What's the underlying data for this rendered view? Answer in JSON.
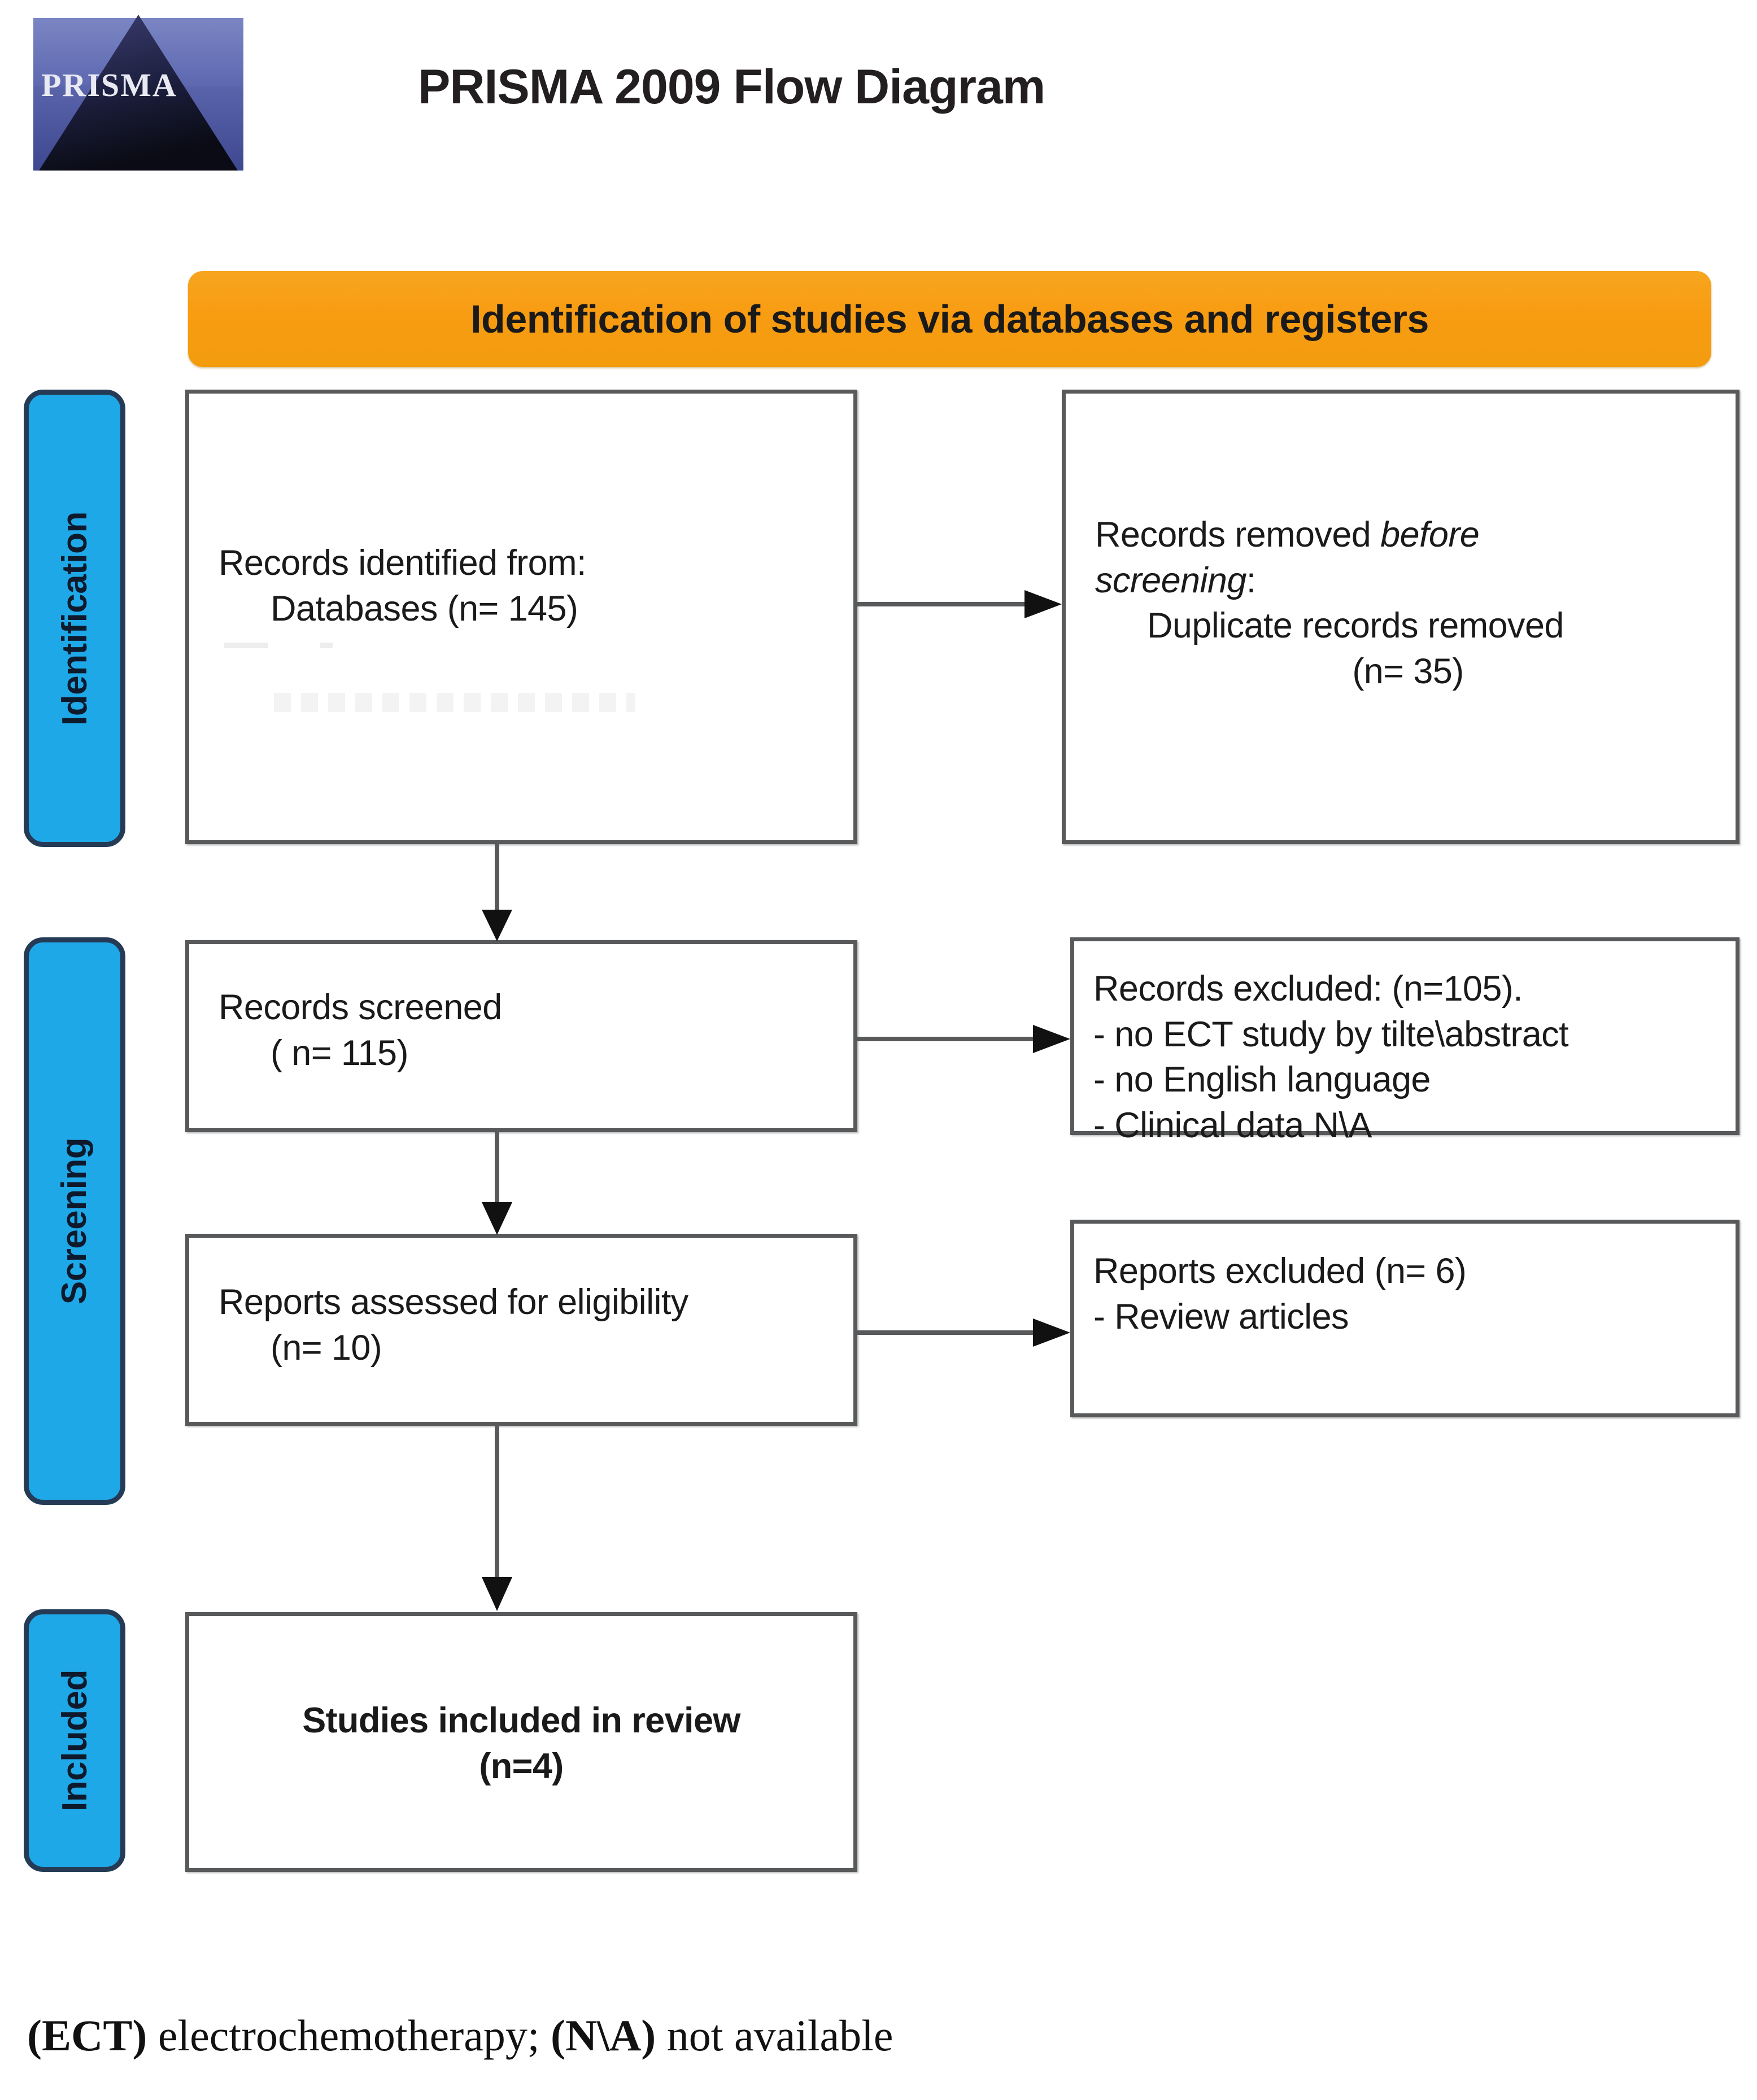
{
  "header": {
    "logo_alt": "PRISMA logo",
    "title": "PRISMA 2009 Flow Diagram"
  },
  "banner": {
    "label": "Identification of studies via databases and registers",
    "color": "#F89C12"
  },
  "stages": [
    {
      "id": "identification",
      "label": "Identification",
      "color": "#1FA8E8",
      "border_color": "#253B55"
    },
    {
      "id": "screening",
      "label": "Screening",
      "color": "#1FA8E8",
      "border_color": "#253B55"
    },
    {
      "id": "included",
      "label": "Included",
      "color": "#1FA8E8",
      "border_color": "#253B55"
    }
  ],
  "boxes": {
    "identified": {
      "line1": "Records identified from:",
      "line2": "Databases (n= 145)"
    },
    "removed": {
      "line1_plain": "Records removed ",
      "line1_italic": "before",
      "line2_italic": "screening",
      "line2_plain": ":",
      "line3": "Duplicate records removed",
      "line4": "(n= 35)"
    },
    "screened": {
      "line1": "Records screened",
      "line2": "( n= 115)"
    },
    "excluded": {
      "line1": "Records excluded: (n=105).",
      "bullets": [
        "- no ECT study by tilte\\abstract",
        "- no English language",
        "- Clinical data N\\A"
      ]
    },
    "eligibility": {
      "line1": "Reports assessed for eligibility",
      "line2": "(n= 10)"
    },
    "reports_excluded": {
      "line1": "Reports excluded  (n= 6)",
      "bullets": [
        "- Review articles"
      ]
    },
    "included": {
      "line1": "Studies included in review",
      "line2": "(n=4)"
    }
  },
  "footer": {
    "abbr1": "(ECT)",
    "text1": " electrochemotherapy; ",
    "abbr2": "(N\\A)",
    "text2": " not available"
  }
}
